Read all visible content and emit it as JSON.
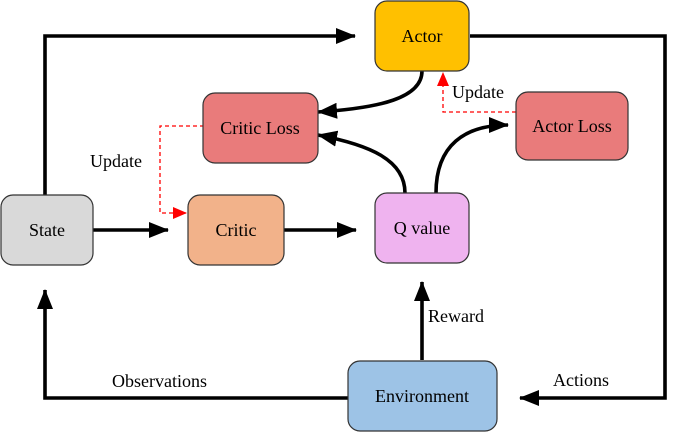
{
  "nodes": {
    "actor": {
      "label": "Actor",
      "fill": "#ffc000"
    },
    "critic_loss": {
      "label": "Critic Loss",
      "fill": "#e97b7b"
    },
    "actor_loss": {
      "label": "Actor Loss",
      "fill": "#e97b7b"
    },
    "state": {
      "label": "State",
      "fill": "#d9d9d9"
    },
    "critic": {
      "label": "Critic",
      "fill": "#f2b28a"
    },
    "q_value": {
      "label": "Q value",
      "fill": "#efb3ef"
    },
    "environment": {
      "label": "Environment",
      "fill": "#9dc3e6"
    }
  },
  "edge_labels": {
    "update_critic": "Update",
    "update_actor": "Update",
    "reward": "Reward",
    "observations": "Observations",
    "actions": "Actions"
  },
  "colors": {
    "flow_arrow": "#000000",
    "update_arrow": "#ff0000"
  }
}
